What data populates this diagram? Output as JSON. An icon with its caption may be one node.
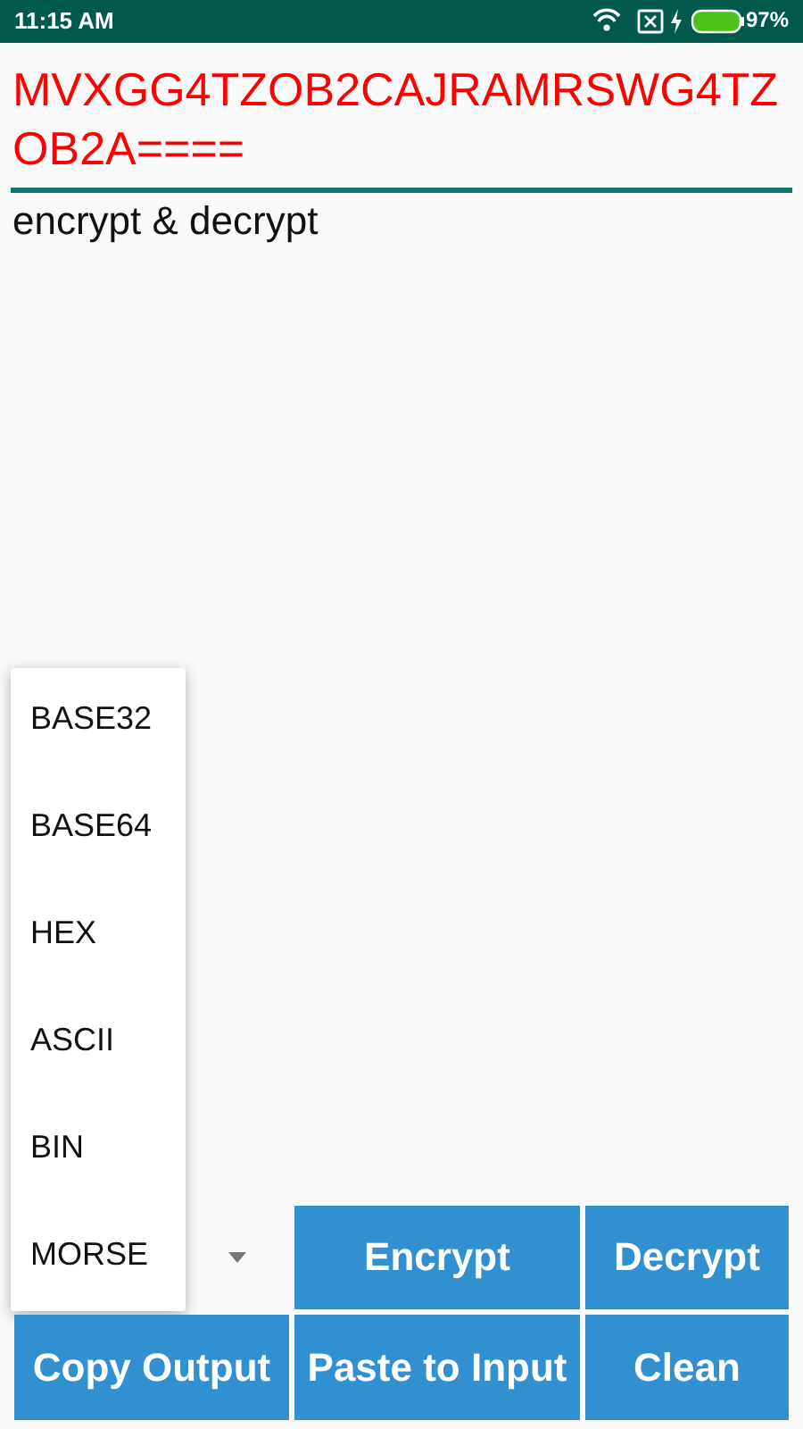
{
  "diagram": {
    "labels": [
      "11:15 AM",
      "97%",
      "MVXGG4TZOB2CAJRAMRSWG4TZOB2A====",
      "encrypt & decrypt",
      "BASE32",
      "BASE64",
      "HEX",
      "ASCII",
      "BIN",
      "MORSE",
      "Encrypt",
      "Decrypt",
      "Copy Output",
      "Paste to Input",
      "Clean"
    ]
  }
}
